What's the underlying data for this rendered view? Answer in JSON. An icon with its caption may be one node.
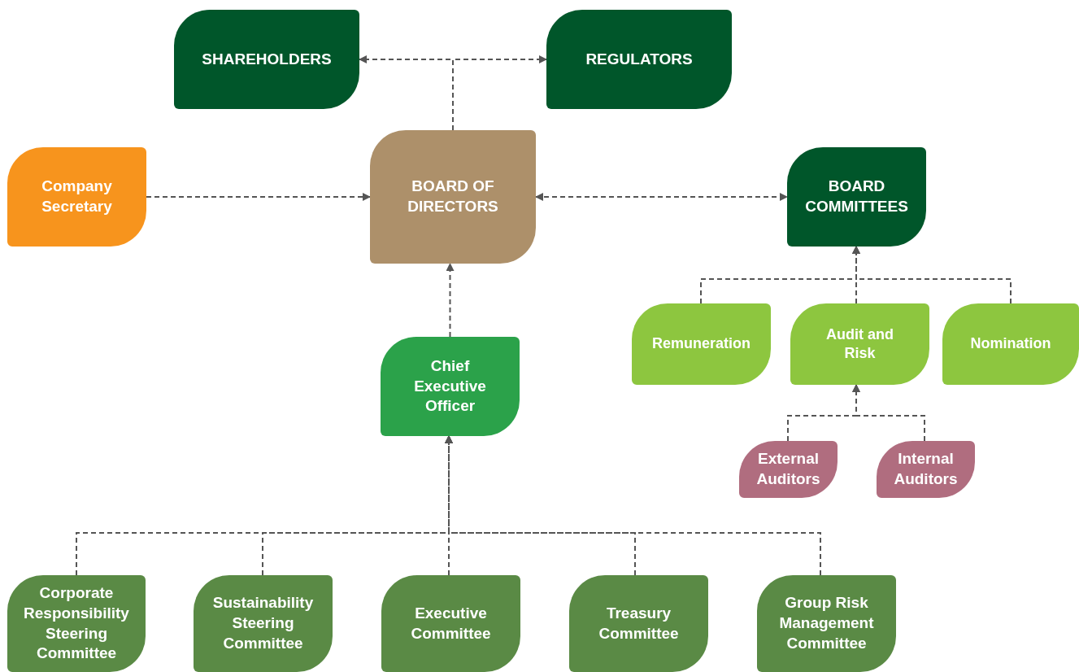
{
  "diagram": {
    "nodes": [
      {
        "text": [
          "SHAREHOLDERS"
        ]
      },
      {
        "text": [
          "REGULATORS"
        ]
      },
      {
        "text": [
          "Company Secretary"
        ]
      },
      {
        "text": [
          "BOARD OF DIRECTORS"
        ]
      },
      {
        "text": [
          "BOARD COMMITTEES"
        ]
      },
      {
        "text": [
          "Remuneration"
        ]
      },
      {
        "text": [
          "Audit and Risk"
        ]
      },
      {
        "text": [
          "Nomination"
        ]
      },
      {
        "text": [
          "Chief Executive Officer"
        ]
      },
      {
        "text": [
          "External Auditors"
        ]
      },
      {
        "text": [
          "Internal Auditors"
        ]
      },
      {
        "text": [
          "Corporate Responsibility Steering Committee"
        ]
      },
      {
        "text": [
          "Sustainability Steering Committee"
        ]
      },
      {
        "text": [
          "Executive Committee"
        ]
      },
      {
        "text": [
          "Treasury Committee"
        ]
      },
      {
        "text": [
          "Group Risk Management Committee"
        ]
      }
    ],
    "edges": [
      {
        "from": 3,
        "to": 0,
        "arrow": "to",
        "style": "dashed"
      },
      {
        "from": 3,
        "to": 1,
        "arrow": "to",
        "style": "dashed"
      },
      {
        "from": 2,
        "to": 3,
        "arrow": "to",
        "style": "dashed"
      },
      {
        "from": 3,
        "to": 4,
        "arrow": "both",
        "style": "dashed"
      },
      {
        "from": 8,
        "to": 3,
        "arrow": "to",
        "style": "dashed"
      },
      {
        "from": 5,
        "to": 4,
        "arrow": "to",
        "style": "dashed"
      },
      {
        "from": 6,
        "to": 4,
        "arrow": "to",
        "style": "dashed"
      },
      {
        "from": 7,
        "to": 4,
        "arrow": "to",
        "style": "dashed"
      },
      {
        "from": 9,
        "to": 6,
        "arrow": "to",
        "style": "dashed"
      },
      {
        "from": 10,
        "to": 6,
        "arrow": "to",
        "style": "dashed"
      },
      {
        "from": 11,
        "to": 8,
        "arrow": "to",
        "style": "dashed"
      },
      {
        "from": 12,
        "to": 8,
        "arrow": "to",
        "style": "dashed"
      },
      {
        "from": 13,
        "to": 8,
        "arrow": "to",
        "style": "dashed"
      },
      {
        "from": 14,
        "to": 8,
        "arrow": "to",
        "style": "dashed"
      },
      {
        "from": 15,
        "to": 8,
        "arrow": "to",
        "style": "dashed"
      }
    ]
  }
}
